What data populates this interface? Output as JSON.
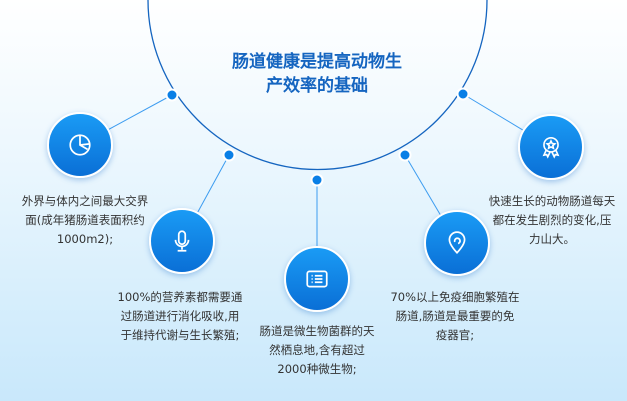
{
  "title_line1": "肠道健康是提高动物生",
  "title_line2": "产效率的基础",
  "accent_color": "#0a7fe6",
  "items": [
    {
      "icon": "pie-chart-icon",
      "lines": [
        "外界与体内之间最大交界",
        "面(成年猪肠道表面积约",
        "1000m2);"
      ]
    },
    {
      "icon": "microphone-icon",
      "lines": [
        "100%的营养素都需要通",
        "过肠道进行消化吸收,用",
        "于维持代谢与生长繁殖;"
      ]
    },
    {
      "icon": "list-icon",
      "lines": [
        "肠道是微生物菌群的天",
        "然栖息地,含有超过",
        "2000种微生物;"
      ]
    },
    {
      "icon": "location-pin-icon",
      "lines": [
        "70%以上免疫细胞繁殖在",
        "肠道,肠道是最重要的免",
        "疫器官;"
      ]
    },
    {
      "icon": "award-badge-icon",
      "lines": [
        "快速生长的动物肠道每天",
        "都在发生剧烈的变化,压",
        "力山大。"
      ]
    }
  ]
}
